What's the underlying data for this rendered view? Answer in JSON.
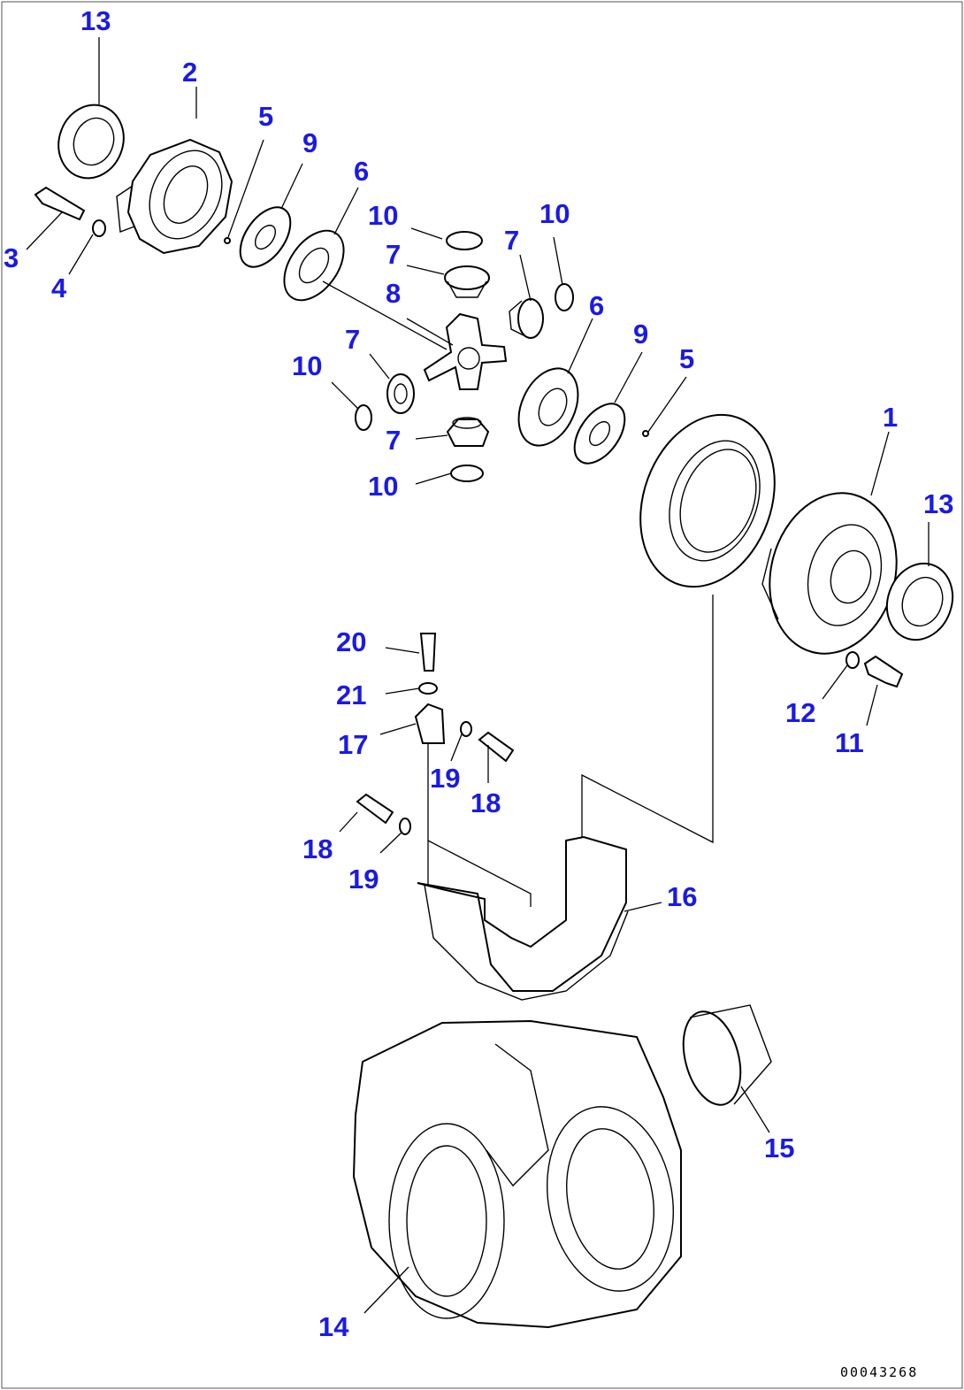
{
  "drawing_id": "00043268",
  "callouts": [
    {
      "id": "c13a",
      "text": "13"
    },
    {
      "id": "c2",
      "text": "2"
    },
    {
      "id": "c5a",
      "text": "5"
    },
    {
      "id": "c9a",
      "text": "9"
    },
    {
      "id": "c6a",
      "text": "6"
    },
    {
      "id": "c10a",
      "text": "10"
    },
    {
      "id": "c7a",
      "text": "7"
    },
    {
      "id": "c7b",
      "text": "7"
    },
    {
      "id": "c10b",
      "text": "10"
    },
    {
      "id": "c3",
      "text": "3"
    },
    {
      "id": "c4",
      "text": "4"
    },
    {
      "id": "c8",
      "text": "8"
    },
    {
      "id": "c6b",
      "text": "6"
    },
    {
      "id": "c9b",
      "text": "9"
    },
    {
      "id": "c5b",
      "text": "5"
    },
    {
      "id": "c7c",
      "text": "7"
    },
    {
      "id": "c10c",
      "text": "10"
    },
    {
      "id": "c7d",
      "text": "7"
    },
    {
      "id": "c10d",
      "text": "10"
    },
    {
      "id": "c1",
      "text": "1"
    },
    {
      "id": "c13b",
      "text": "13"
    },
    {
      "id": "c20",
      "text": "20"
    },
    {
      "id": "c21",
      "text": "21"
    },
    {
      "id": "c17",
      "text": "17"
    },
    {
      "id": "c19a",
      "text": "19"
    },
    {
      "id": "c18a",
      "text": "18"
    },
    {
      "id": "c12",
      "text": "12"
    },
    {
      "id": "c11",
      "text": "11"
    },
    {
      "id": "c18b",
      "text": "18"
    },
    {
      "id": "c19b",
      "text": "19"
    },
    {
      "id": "c16",
      "text": "16"
    },
    {
      "id": "c15",
      "text": "15"
    },
    {
      "id": "c14",
      "text": "14"
    }
  ]
}
